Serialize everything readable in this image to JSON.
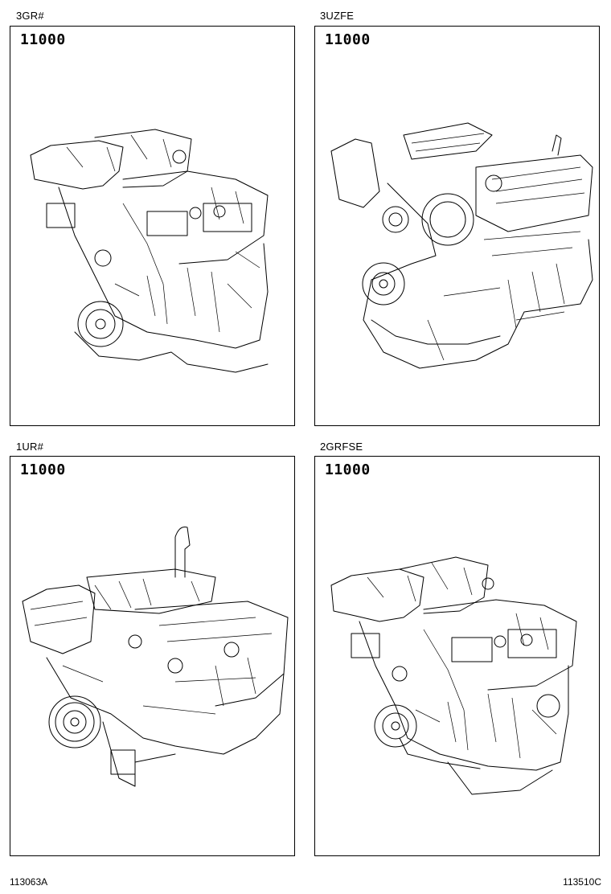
{
  "panels": [
    {
      "engine": "3GR#",
      "part_number": "11000"
    },
    {
      "engine": "3UZFE",
      "part_number": "11000"
    },
    {
      "engine": "1UR#",
      "part_number": "11000"
    },
    {
      "engine": "2GRFSE",
      "part_number": "11000"
    }
  ],
  "footer": {
    "left_code": "113063A",
    "right_code": "113510C"
  }
}
